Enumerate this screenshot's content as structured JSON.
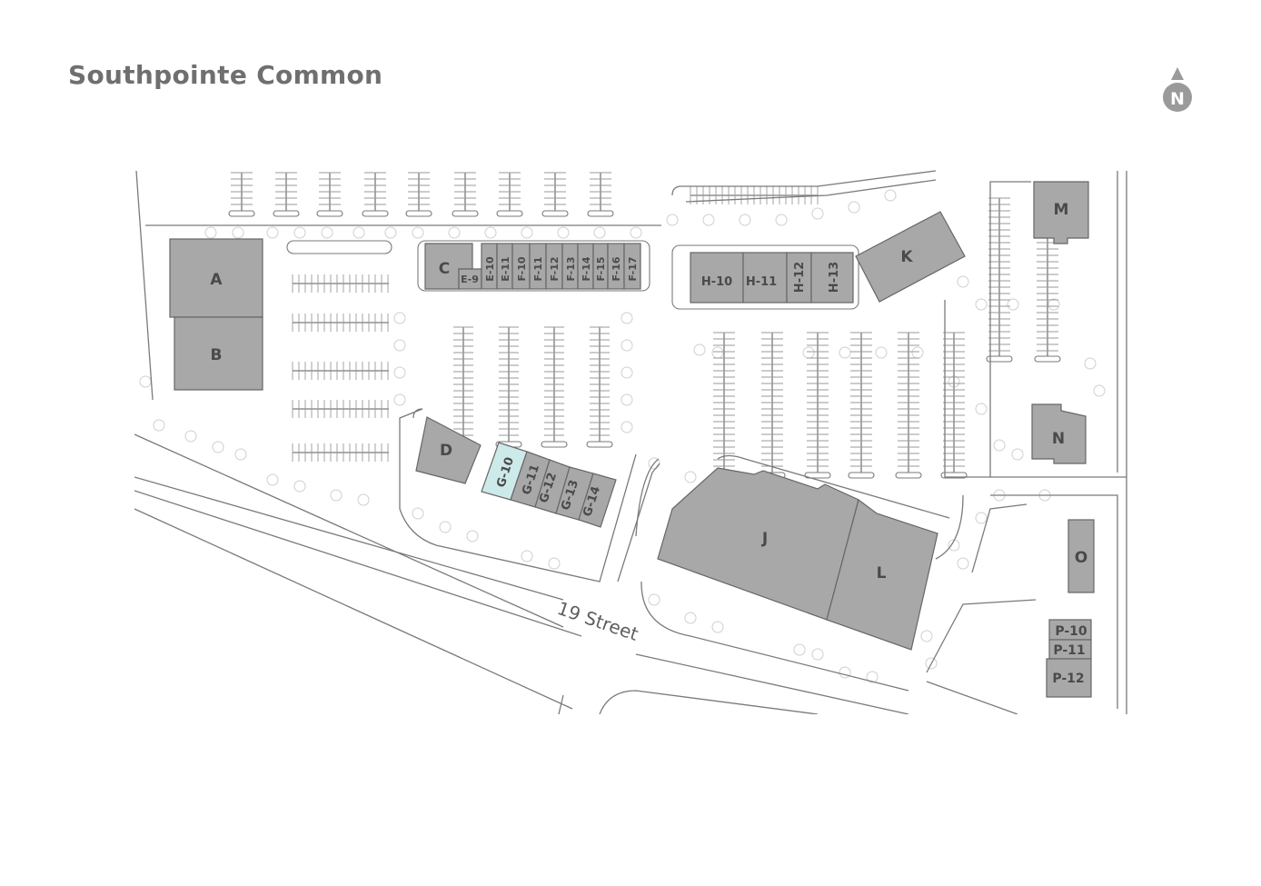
{
  "title": "Southpointe Common",
  "north_label": "N",
  "street_label": "19 Street",
  "highlight_unit": "G-10",
  "colors": {
    "building": "#a8a8a8",
    "highlight": "#cdeaea",
    "text": "#6f6f6f",
    "north_badge": "#9a9a9a"
  },
  "units": {
    "A": "A",
    "B": "B",
    "C": "C",
    "D": "D",
    "J": "J",
    "K": "K",
    "L": "L",
    "M": "M",
    "N": "N",
    "O": "O",
    "E9": "E-9",
    "E10": "E-10",
    "E11": "E-11",
    "F10": "F-10",
    "F11": "F-11",
    "F12": "F-12",
    "F13": "F-13",
    "F14": "F-14",
    "F15": "F-15",
    "F16": "F-16",
    "F17": "F-17",
    "H10": "H-10",
    "H11": "H-11",
    "H12": "H-12",
    "H13": "H-13",
    "G10": "G-10",
    "G11": "G-11",
    "G12": "G-12",
    "G13": "G-13",
    "G14": "G-14",
    "P10": "P-10",
    "P11": "P-11",
    "P12": "P-12"
  }
}
